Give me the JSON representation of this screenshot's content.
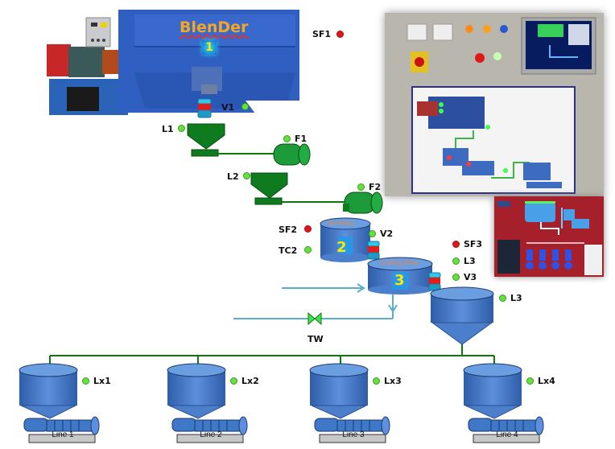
{
  "blender": {
    "title": "BlenDer",
    "number": "1",
    "indicators": [
      {
        "id": "SF1",
        "label": "SF1",
        "state": "alarm"
      },
      {
        "id": "V1",
        "label": "V1",
        "state": "on"
      }
    ]
  },
  "feeders": [
    {
      "level_label": "L1",
      "level_state": "on",
      "feeder_label": "F1",
      "feeder_state": "on"
    },
    {
      "level_label": "L2",
      "level_state": "on",
      "feeder_label": "F2",
      "feeder_state": "on"
    }
  ],
  "hot_mixer": {
    "title": "Hot Mixer",
    "number": "2",
    "indicators": [
      {
        "label": "SF2",
        "state": "alarm"
      },
      {
        "label": "TC2",
        "state": "on"
      },
      {
        "label": "V2",
        "state": "on"
      }
    ]
  },
  "cooling_mixer": {
    "title": "Cooling Mixer",
    "number": "3",
    "indicators": [
      {
        "label": "SF3",
        "state": "alarm"
      },
      {
        "label": "L3",
        "state": "on"
      },
      {
        "label": "V3",
        "state": "on"
      }
    ]
  },
  "storage_hopper": {
    "label": "L3",
    "state": "on"
  },
  "cooling_water": {
    "valve_label": "TW"
  },
  "lines": [
    {
      "hopper_label": "Lx1",
      "state": "on",
      "name": "Line 1"
    },
    {
      "hopper_label": "Lx2",
      "state": "on",
      "name": "Line 2"
    },
    {
      "hopper_label": "Lx3",
      "state": "on",
      "name": "Line 3"
    },
    {
      "hopper_label": "Lx4",
      "state": "on",
      "name": "Line 4"
    }
  ],
  "colors": {
    "pipe_green": "#0b7a0b",
    "feeder_green": "#0e7c1e",
    "vessel_blue": "#3f78c6",
    "water_pipe": "#5aaec8",
    "status_on": "#62e23a",
    "status_alarm": "#e8121c",
    "title_orange": "#f5a623",
    "number_yellow": "#ffe800"
  }
}
